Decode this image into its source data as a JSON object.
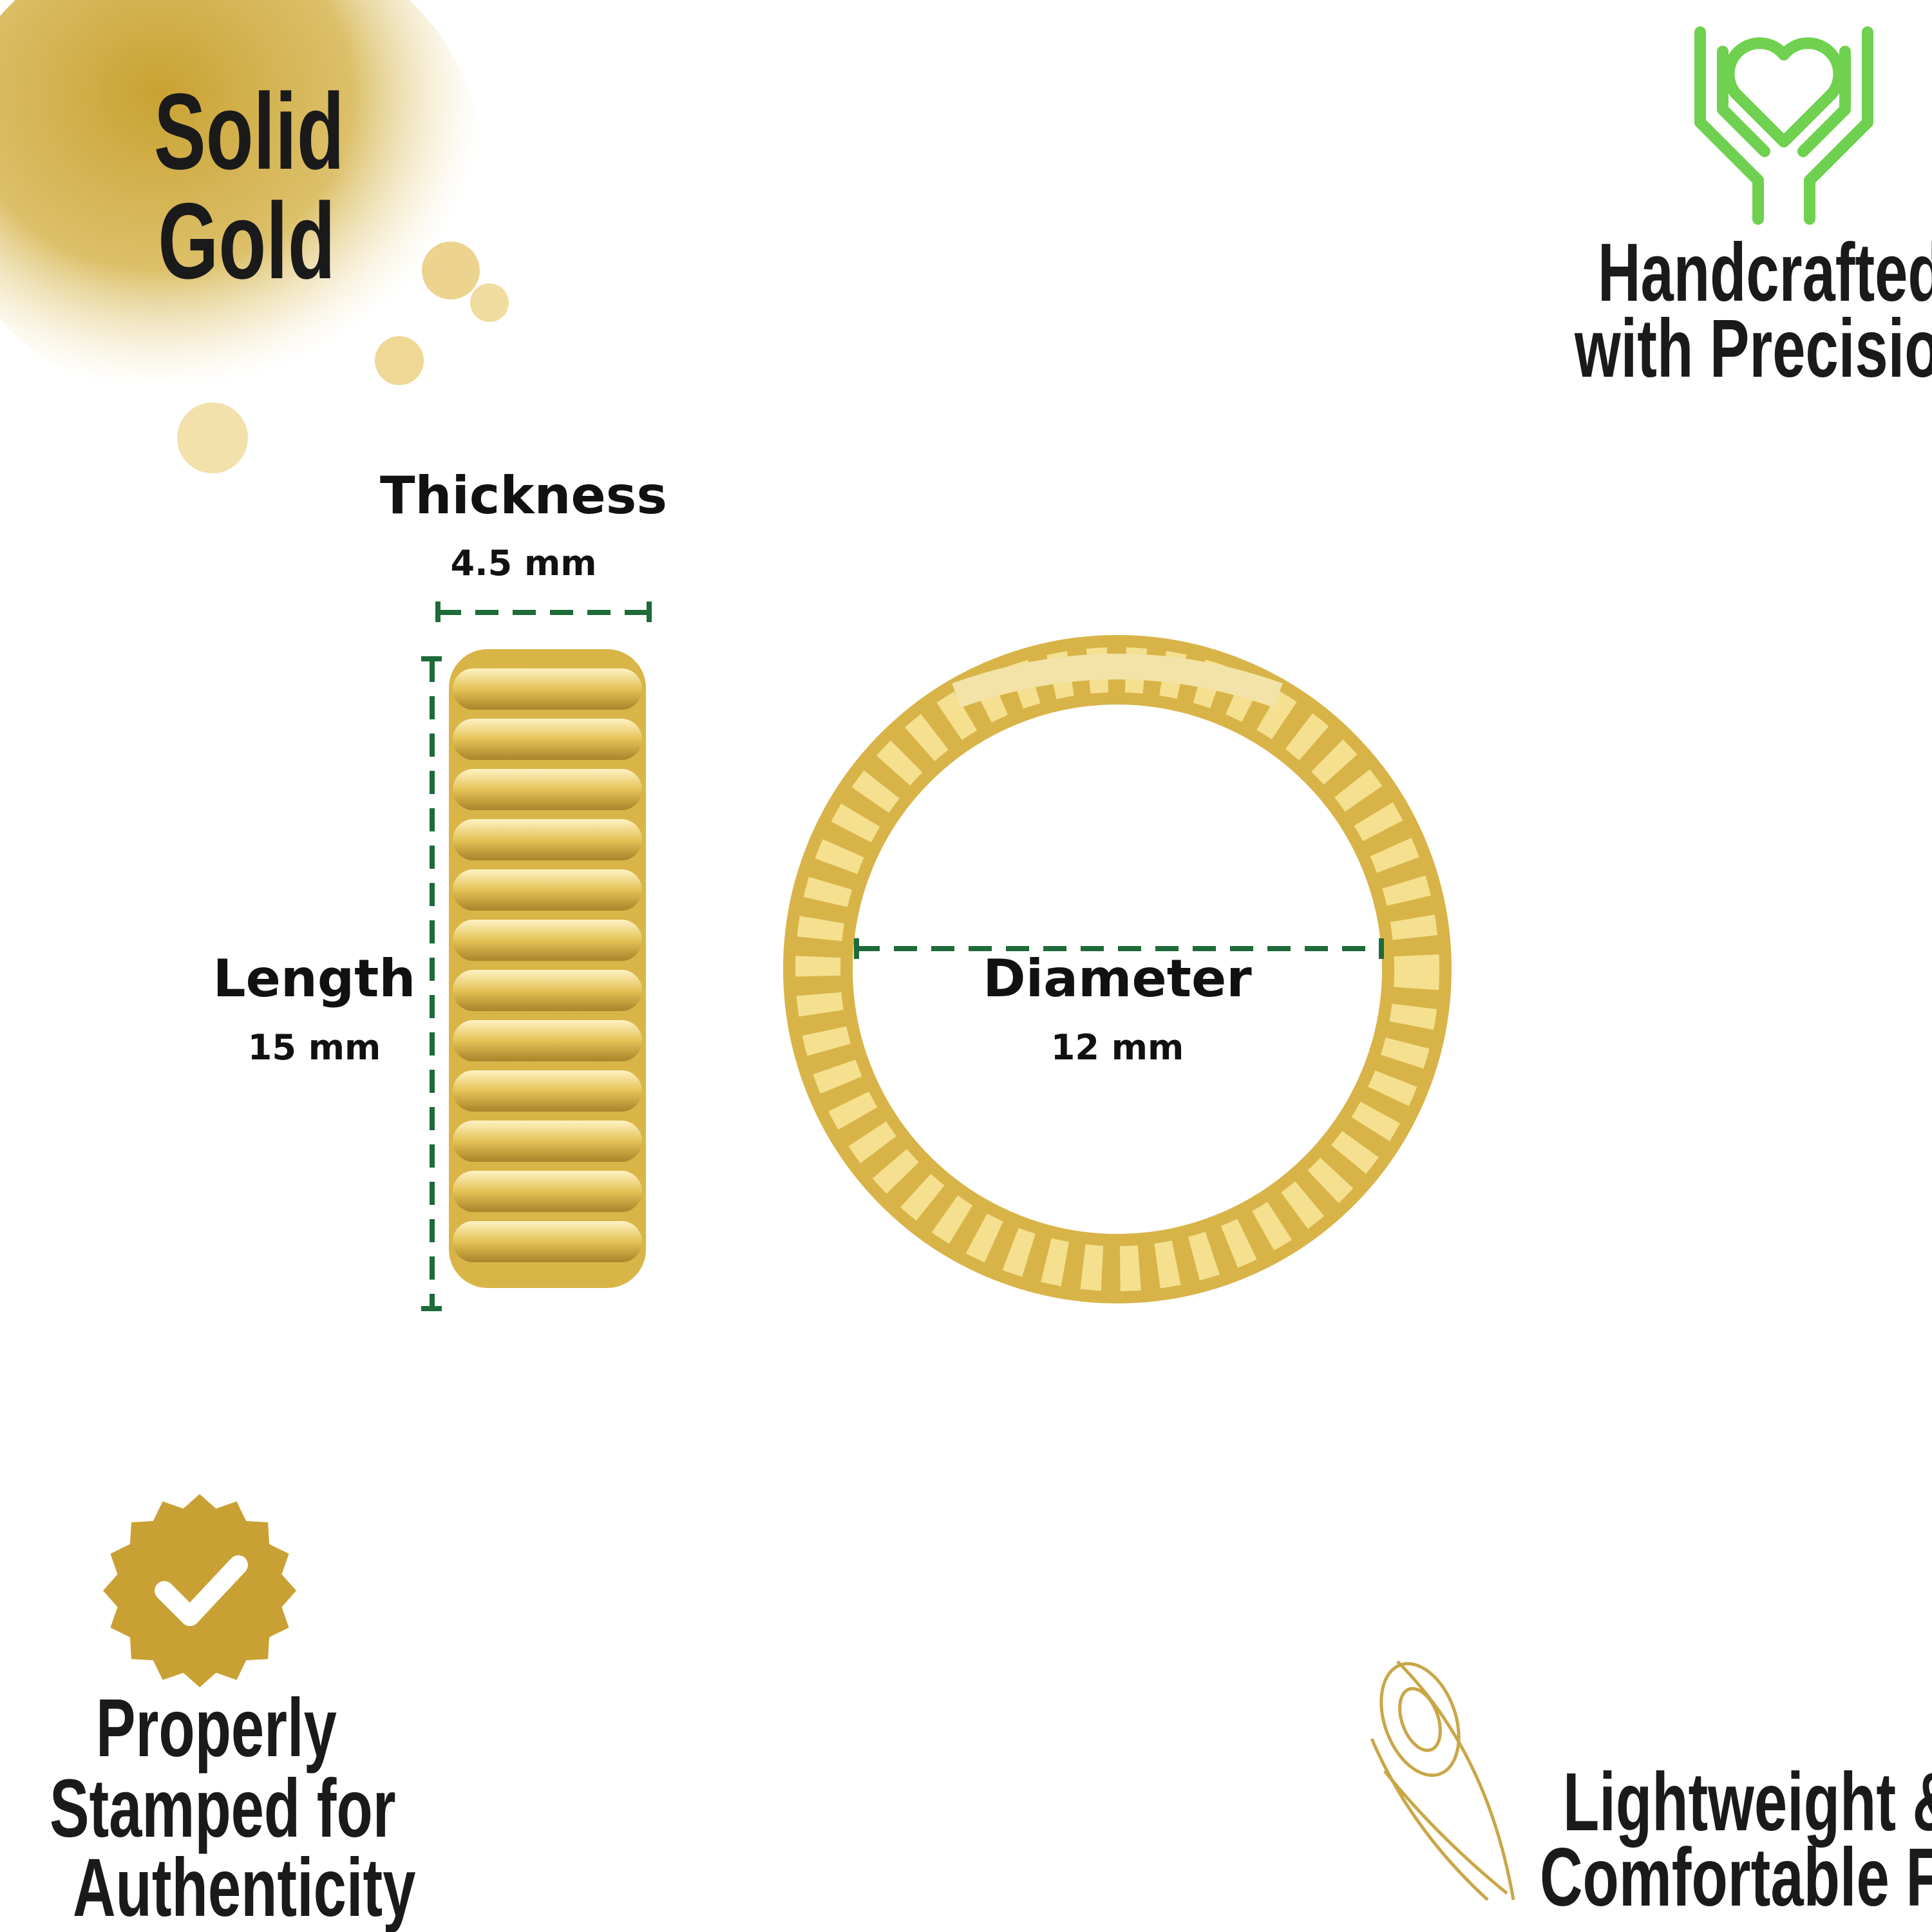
{
  "badges": {
    "top_left": {
      "line1": "Solid",
      "line2": "Gold",
      "icon": "gold-paint-splash"
    },
    "top_right": {
      "line1": "Handcrafted",
      "line2": "with Precision",
      "icon": "hands-heart-icon",
      "icon_color": "#6fd14f"
    },
    "bottom_left": {
      "line1": "Properly",
      "line2": "Stamped for",
      "line3": "Authenticity",
      "icon": "gold-check-seal-icon"
    },
    "bottom_right": {
      "line1": "Lightweight &",
      "line2": "Comfortable Fit",
      "icon": "peacock-feather-icon"
    }
  },
  "dimensions": {
    "thickness": {
      "label": "Thickness",
      "value": "4.5 mm"
    },
    "length": {
      "label": "Length",
      "value": "15 mm"
    },
    "diameter": {
      "label": "Diameter",
      "value": "12 mm"
    },
    "line_color": "#1d6b38"
  },
  "colors": {
    "gold": "#e6c65a",
    "gold_dark": "#b8922c"
  }
}
